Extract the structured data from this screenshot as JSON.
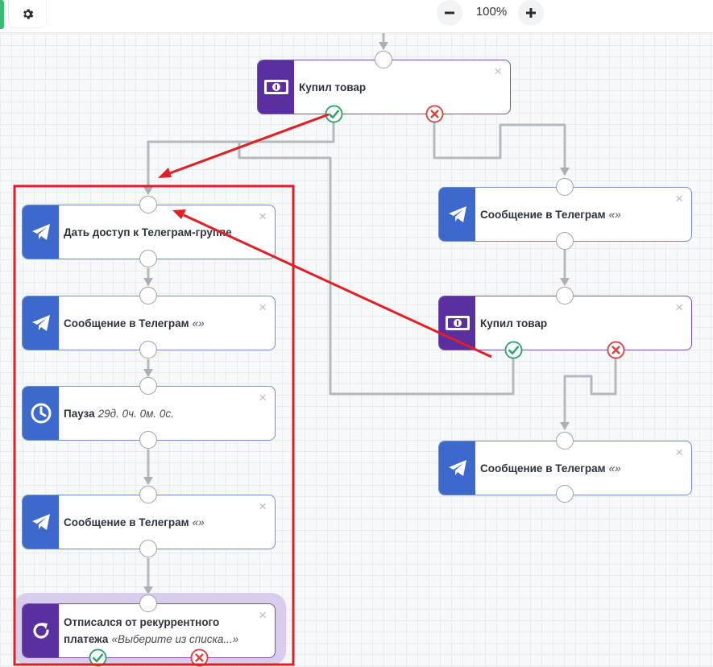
{
  "toolbar": {
    "icons": {
      "settings": "gear-icon",
      "zoom_out": "minus-icon",
      "zoom_in": "plus-icon"
    },
    "zoom": "100%"
  },
  "colors": {
    "accent_green": "#3cb878",
    "message_node": "#3d68cc",
    "purchase_node": "#5a2f9f",
    "connector": "#b3babf",
    "annotation_red": "#e31e24",
    "yes_port": "#2fa36b",
    "no_port": "#d94444"
  },
  "nodes": [
    {
      "id": "bought-product-1",
      "title": "Купил товар",
      "detail": "",
      "icon": "money-icon"
    },
    {
      "id": "grant-access",
      "title": "Дать доступ к Телеграм-группе",
      "detail": "",
      "icon": "telegram-icon"
    },
    {
      "id": "message-left-1",
      "title": "Сообщение в Телеграм",
      "detail": "«»",
      "icon": "telegram-icon"
    },
    {
      "id": "pause",
      "title": "Пауза",
      "detail": "29д. 0ч. 0м. 0с.",
      "icon": "clock-icon"
    },
    {
      "id": "message-left-2",
      "title": "Сообщение в Телеграм",
      "detail": "«»",
      "icon": "telegram-icon"
    },
    {
      "id": "unsubscribed",
      "title": "Отписался от рекуррентного платежа",
      "detail": "«Выберите из списка...»",
      "icon": "recurring-icon"
    },
    {
      "id": "message-right-1",
      "title": "Сообщение в Телеграм",
      "detail": "«»",
      "icon": "telegram-icon"
    },
    {
      "id": "bought-product-2",
      "title": "Купил товар",
      "detail": "",
      "icon": "money-icon"
    },
    {
      "id": "message-right-2",
      "title": "Сообщение в Телеграм",
      "detail": "«»",
      "icon": "telegram-icon"
    }
  ],
  "close_glyph": "×"
}
